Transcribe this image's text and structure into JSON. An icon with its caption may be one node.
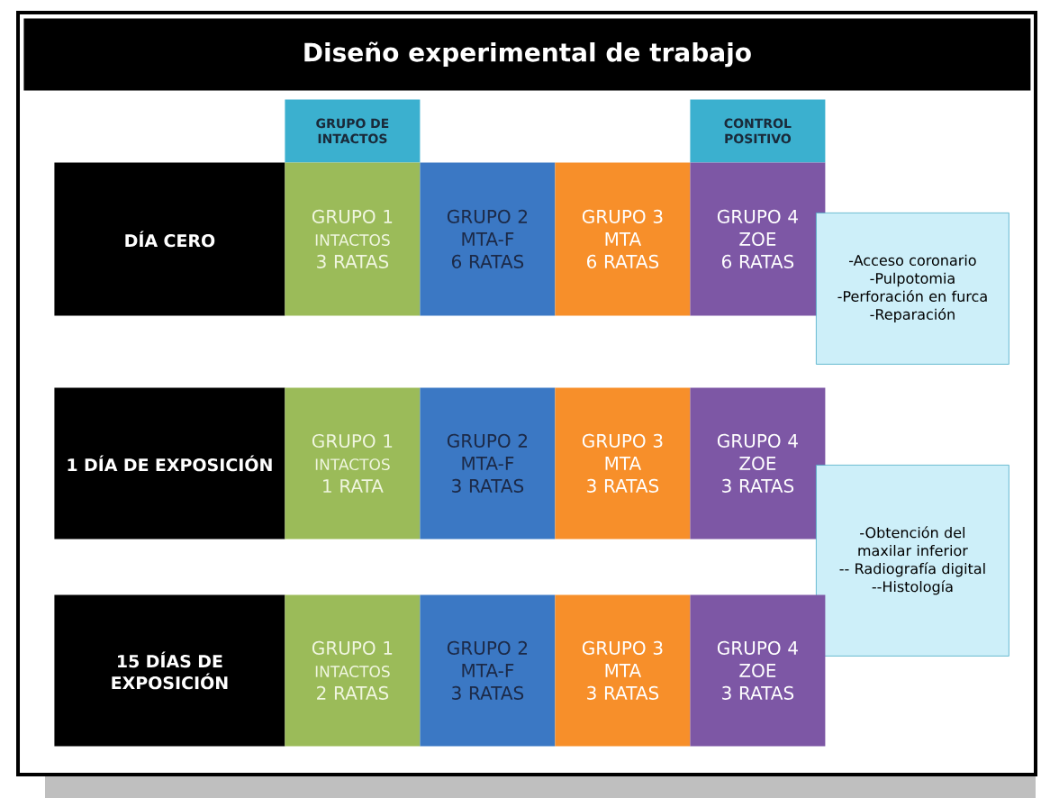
{
  "diagram": {
    "title": "Diseño experimental de trabajo",
    "nodes": [
      {
        "text": [
          "GRUPO DE INTACTOS"
        ]
      },
      {
        "text": [
          "CONTROL POSITIVO"
        ]
      },
      {
        "text": [
          "DÍA CERO"
        ]
      },
      {
        "text": [
          "GRUPO 1",
          "INTACTOS",
          "3 RATAS"
        ]
      },
      {
        "text": [
          "GRUPO 2",
          "MTA-F",
          "6 RATAS"
        ]
      },
      {
        "text": [
          "GRUPO 3",
          "MTA",
          "6 RATAS"
        ]
      },
      {
        "text": [
          "GRUPO 4",
          "ZOE",
          "6 RATAS"
        ]
      },
      {
        "text": [
          "-Acceso coronario",
          "-Pulpotomia",
          "-Perforación en furca",
          "-Reparación"
        ]
      },
      {
        "text": [
          "1 DÍA DE EXPOSICIÓN"
        ]
      },
      {
        "text": [
          "GRUPO 1",
          "INTACTOS",
          "1 RATA"
        ]
      },
      {
        "text": [
          "GRUPO 2",
          "MTA-F",
          "3 RATAS"
        ]
      },
      {
        "text": [
          "GRUPO 3",
          "MTA",
          "3 RATAS"
        ]
      },
      {
        "text": [
          "GRUPO 4",
          "ZOE",
          "3 RATAS"
        ]
      },
      {
        "text": [
          "-Obtención del maxilar inferior",
          "-- Radiografía digital",
          "--Histología"
        ]
      },
      {
        "text": [
          "15 DÍAS DE EXPOSICIÓN"
        ]
      },
      {
        "text": [
          "GRUPO 1",
          "INTACTOS",
          "2 RATAS"
        ]
      },
      {
        "text": [
          "GRUPO 2",
          "MTA-F",
          "3 RATAS"
        ]
      },
      {
        "text": [
          "GRUPO 3",
          "MTA",
          "3 RATAS"
        ]
      },
      {
        "text": [
          "GRUPO 4",
          "ZOE",
          "3 RATAS"
        ]
      }
    ]
  }
}
